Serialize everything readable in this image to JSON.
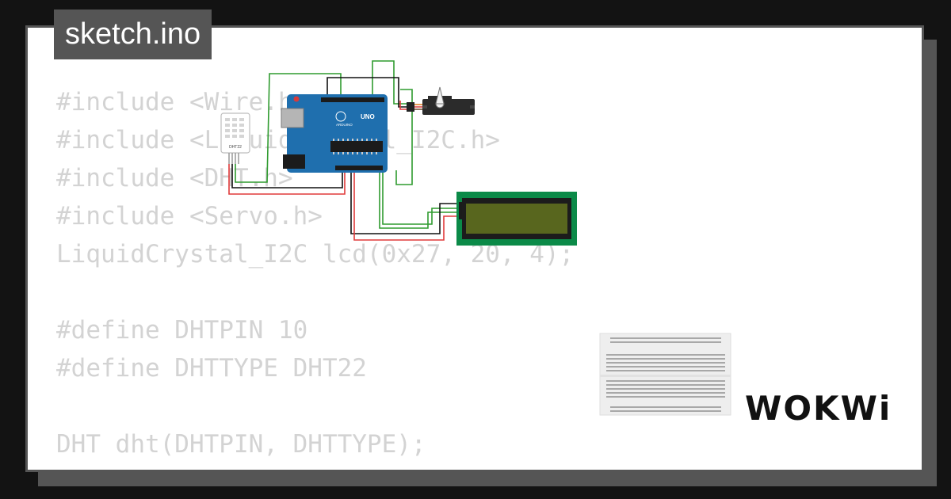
{
  "file": {
    "name": "sketch.ino"
  },
  "code_lines": [
    "#include <Wire.h>",
    "#include <LiquidCrystal_I2C.h>",
    "#include <DHT.h>",
    "#include <Servo.h>",
    "LiquidCrystal_I2C lcd(0x27, 20, 4);",
    "",
    "#define DHTPIN 10",
    "#define DHTTYPE DHT22",
    "",
    "DHT dht(DHTPIN, DHTTYPE);"
  ],
  "components": {
    "board_label": "UNO",
    "board_brand": "ARDUINO",
    "sensor_label": "DHT22"
  },
  "brand": {
    "logo_text": "WOKWi"
  },
  "colors": {
    "board": "#1f6fae",
    "lcd_frame": "#0b8a48",
    "lcd_screen": "#58661e",
    "wire_green": "#2f9b2f",
    "wire_red": "#e03a3a",
    "wire_black": "#111111",
    "breadboard": "#eeeeee"
  }
}
